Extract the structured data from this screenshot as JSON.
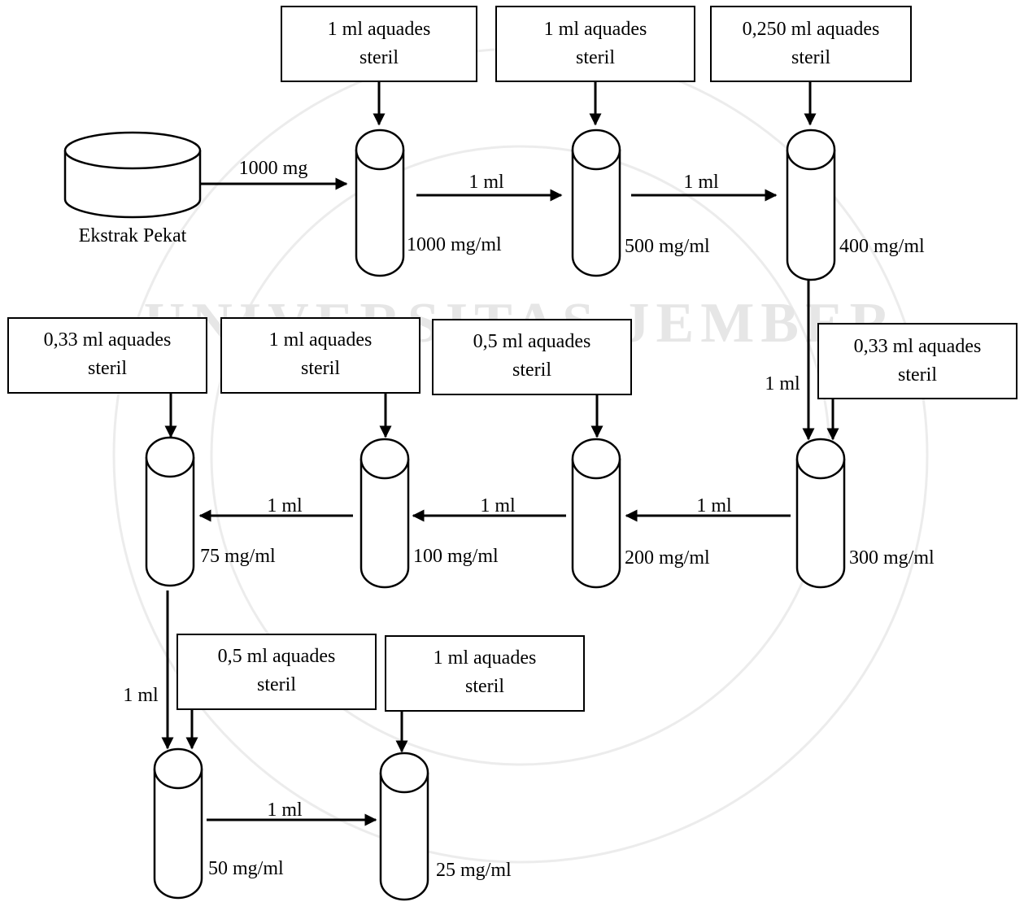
{
  "source": {
    "label": "Ekstrak Pekat",
    "amount_label": "1000 mg"
  },
  "boxes": [
    {
      "line1": "1 ml aquades",
      "line2": "steril"
    },
    {
      "line1": "1 ml aquades",
      "line2": "steril"
    },
    {
      "line1": "0,250 ml aquades",
      "line2": "steril"
    },
    {
      "line1": "0,33 ml aquades",
      "line2": "steril"
    },
    {
      "line1": "1 ml aquades",
      "line2": "steril"
    },
    {
      "line1": "0,5 ml aquades",
      "line2": "steril"
    },
    {
      "line1": "0,33 ml aquades",
      "line2": "steril"
    },
    {
      "line1": "0,5 ml aquades",
      "line2": "steril"
    },
    {
      "line1": "1 ml aquades",
      "line2": "steril"
    }
  ],
  "tubes": [
    {
      "concentration": "1000 mg/ml"
    },
    {
      "concentration": "500 mg/ml"
    },
    {
      "concentration": "400 mg/ml"
    },
    {
      "concentration": "300 mg/ml"
    },
    {
      "concentration": "200 mg/ml"
    },
    {
      "concentration": "100 mg/ml"
    },
    {
      "concentration": "75 mg/ml"
    },
    {
      "concentration": "50 mg/ml"
    },
    {
      "concentration": "25 mg/ml"
    }
  ],
  "transfers": [
    "1 ml",
    "1 ml",
    "1 ml",
    "1 ml",
    "1 ml",
    "1 ml",
    "1 ml",
    "1 ml"
  ],
  "watermark": {
    "text": "UNIVERSITAS JEMBER"
  }
}
